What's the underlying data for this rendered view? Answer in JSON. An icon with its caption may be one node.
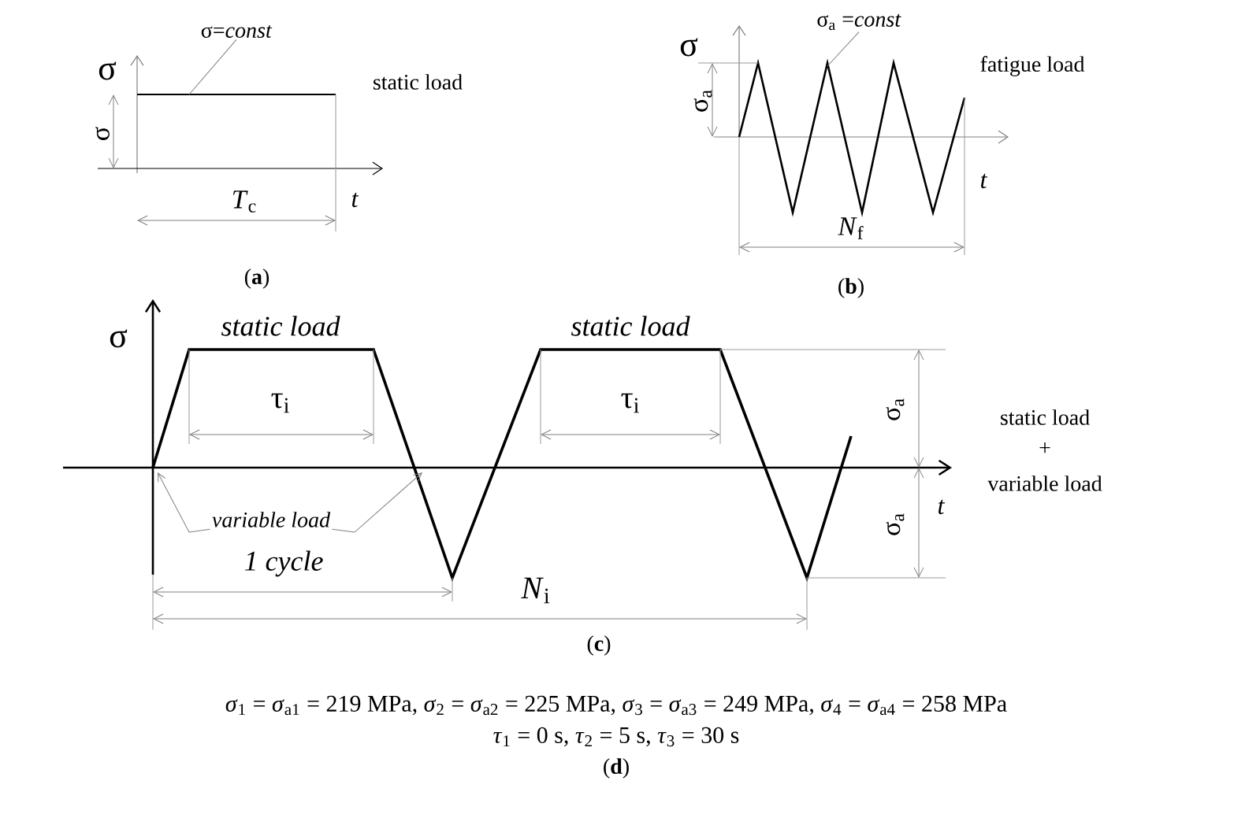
{
  "diagram": {
    "nodes": [
      {
        "text": [
          "σ=*const*"
        ]
      },
      {
        "text": [
          "σ$_{a}$ =*const*"
        ]
      },
      {
        "text": [
          "variable load"
        ]
      }
    ],
    "edges": [
      {
        "from": 0,
        "to": null,
        "arrow": "none"
      },
      {
        "from": 1,
        "to": null,
        "arrow": "none"
      },
      {
        "from": 2,
        "to": null,
        "arrow": "to"
      },
      {
        "from": 2,
        "to": null,
        "arrow": "to"
      }
    ],
    "labels": [
      "σ",
      "σ",
      "static load",
      "*T*$_{c}$",
      "t",
      "(**a**)",
      "σ",
      "σ$_{a}$",
      "fatigue load",
      "t",
      "*N*$_{f}$",
      "(**b**)",
      "σ",
      "static load",
      "static load",
      "τ$_{i}$",
      "τ$_{i}$",
      "σ$_{a}$",
      "σ$_{a}$",
      "static load",
      "+",
      "variable load",
      "t",
      "1 cycle",
      "*N*$_{i}$",
      "(**c**)",
      "*σ*$_{1}$ = *σ*$_{a1}$ = 219 MPa,  *σ*$_{2}$ = *σ*$_{a2}$ = 225 MPa,  *σ*$_{3}$ = *σ*$_{a3}$ = 249 MPa,  *σ*$_{4}$ = *σ*$_{a4}$ = 258 MPa",
      "*τ*$_{1}$ = 0 s, *τ*$_{2}$ = 5 s,  *τ*$_{3}$ = 30 s",
      "(**d**)"
    ]
  }
}
